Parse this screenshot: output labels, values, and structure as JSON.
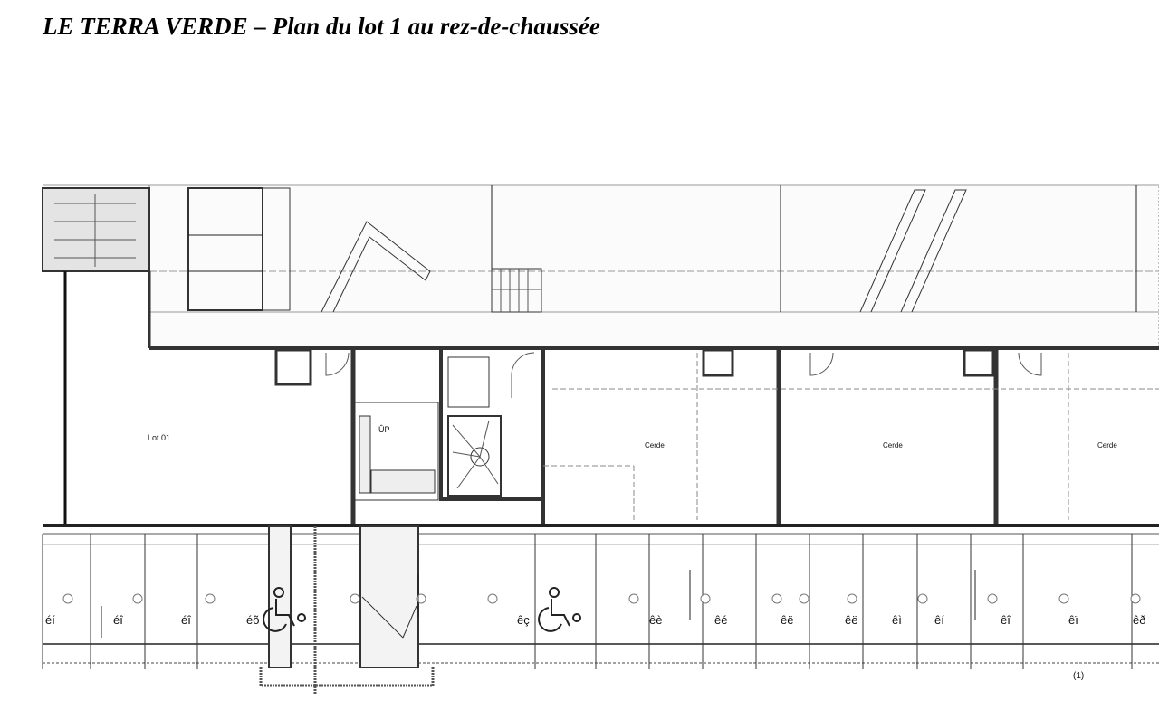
{
  "document": {
    "title": "LE TERRA VERDE – Plan du lot 1  au rez-de-chaussée"
  },
  "plan": {
    "rooms": [
      {
        "label": "Lot 01"
      },
      {
        "label": "ÛP"
      },
      {
        "label": "Cerde"
      },
      {
        "label": "Cerde"
      },
      {
        "label": "Cerde"
      }
    ],
    "parking_labels": [
      "éí",
      "éî",
      "éî",
      "éõ",
      "êç",
      "êè",
      "êé",
      "êë",
      "êë",
      "êì",
      "êí",
      "êî",
      "êï",
      "êð"
    ],
    "accessible_spots": 2,
    "footer_marks": [
      "(1)"
    ]
  }
}
